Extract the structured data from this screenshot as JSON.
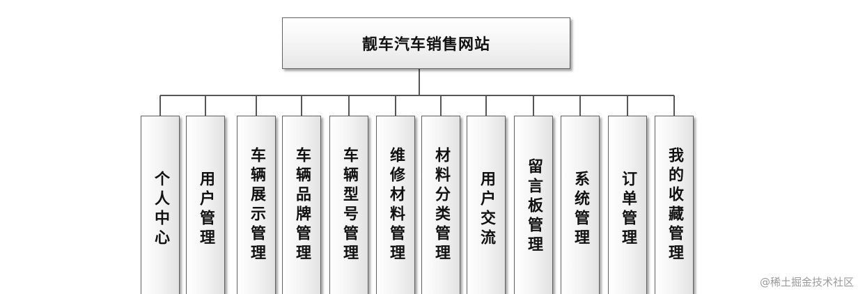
{
  "root": {
    "title": "靓车汽车销售网站"
  },
  "modules": [
    {
      "label": "个人中心"
    },
    {
      "label": "用户管理"
    },
    {
      "label": "车辆展示管理"
    },
    {
      "label": "车辆品牌管理"
    },
    {
      "label": "车辆型号管理"
    },
    {
      "label": "维修材料管理"
    },
    {
      "label": "材料分类管理"
    },
    {
      "label": "用户交流"
    },
    {
      "label": "留言板管理"
    },
    {
      "label": "系统管理"
    },
    {
      "label": "订单管理"
    },
    {
      "label": "我的收藏管理"
    }
  ],
  "watermark": {
    "text": "@稀土掘金技术社区"
  },
  "colors": {
    "line": "#555555",
    "border": "#5f5f5f",
    "text": "#111111"
  }
}
